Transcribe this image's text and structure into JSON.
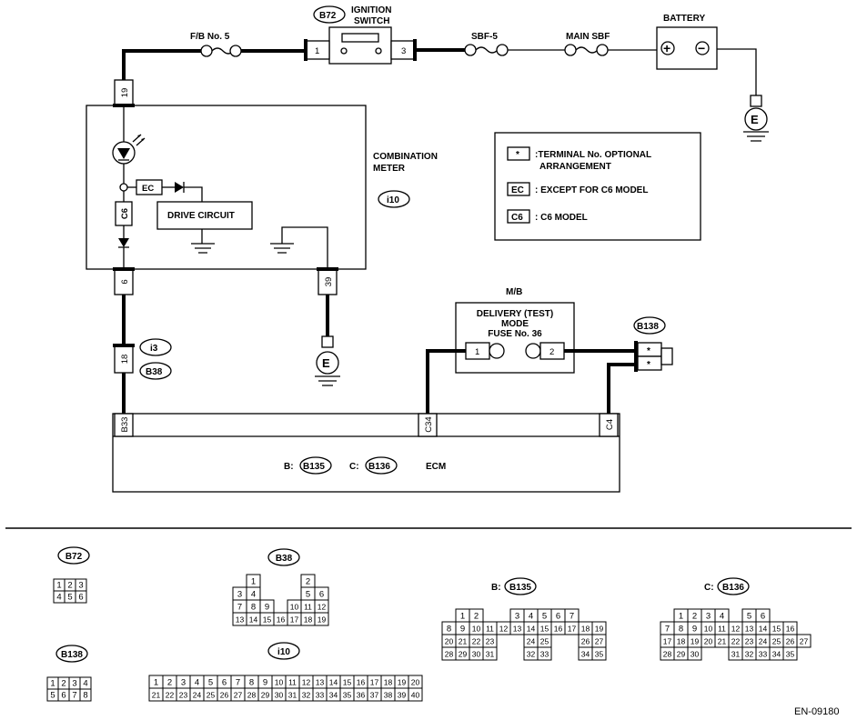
{
  "diagram_code": "EN-09180",
  "components": {
    "fb5": "F/B No. 5",
    "ignition_switch": [
      "IGNITION",
      "SWITCH"
    ],
    "sbf5": "SBF-5",
    "main_sbf": "MAIN SBF",
    "battery": "BATTERY",
    "battery_plus": "+",
    "battery_minus": "−",
    "combination_meter": [
      "COMBINATION",
      "METER"
    ],
    "drive_circuit": "DRIVE CIRCUIT",
    "mb": "M/B",
    "delivery_fuse": [
      "DELIVERY (TEST)",
      "MODE",
      "FUSE No. 36"
    ],
    "ecm": "ECM",
    "ecm_b_prefix": "B:",
    "ecm_c_prefix": "C:",
    "ground_e": "E"
  },
  "connectors": {
    "b72": "B72",
    "i10": "i10",
    "i3": "i3",
    "b38": "B38",
    "b135": "B135",
    "b136": "B136",
    "b138": "B138"
  },
  "pins": {
    "sw1": "1",
    "sw3": "3",
    "meter19": "19",
    "meter6": "6",
    "meter39": "39",
    "i3_18": "18",
    "ecm_b33": "B33",
    "ecm_c34": "C34",
    "ecm_c4": "C4",
    "fuse1": "1",
    "fuse2": "2",
    "b138_star1": "*",
    "b138_star2": "*",
    "ec_tag": "EC",
    "c6_tag": "C6"
  },
  "legend": [
    {
      "key": "*",
      "text": [
        ":TERMINAL No. OPTIONAL",
        "ARRANGEMENT"
      ]
    },
    {
      "key": "EC",
      "text": [
        ": EXCEPT FOR C6 MODEL"
      ]
    },
    {
      "key": "C6",
      "text": [
        ": C6 MODEL"
      ]
    }
  ],
  "connector_views": {
    "b72": {
      "name": "B72",
      "rows": [
        [
          "1",
          "2",
          "3"
        ],
        [
          "4",
          "5",
          "6"
        ]
      ]
    },
    "b138": {
      "name": "B138",
      "rows": [
        [
          "1",
          "2",
          "3",
          "4"
        ],
        [
          "5",
          "6",
          "7",
          "8"
        ]
      ]
    },
    "b38": {
      "name": "B38",
      "rows": [
        [
          "",
          "1",
          "",
          "",
          "",
          "2",
          ""
        ],
        [
          "3",
          "4",
          "",
          "",
          "",
          "5",
          "6"
        ],
        [
          "7",
          "8",
          "9",
          "",
          "10",
          "11",
          "12"
        ],
        [
          "13",
          "14",
          "15",
          "16",
          "17",
          "18",
          "19"
        ]
      ]
    },
    "i10": {
      "name": "i10",
      "rows": [
        [
          "1",
          "2",
          "3",
          "4",
          "5",
          "6",
          "7",
          "8",
          "9",
          "10",
          "11",
          "12",
          "13",
          "14",
          "15",
          "16",
          "17",
          "18",
          "19",
          "20"
        ],
        [
          "21",
          "22",
          "23",
          "24",
          "25",
          "26",
          "27",
          "28",
          "29",
          "30",
          "31",
          "32",
          "33",
          "34",
          "35",
          "36",
          "37",
          "38",
          "39",
          "40"
        ]
      ]
    },
    "b135": {
      "name": "B135",
      "prefix": "B:",
      "rows": [
        [
          "",
          "1",
          "2",
          "",
          "",
          "3",
          "4",
          "5",
          "6",
          "7"
        ],
        [
          "8",
          "9",
          "10",
          "11",
          "12",
          "13",
          "14",
          "15",
          "16",
          "17",
          "18",
          "19"
        ],
        [
          "20",
          "21",
          "22",
          "23",
          "",
          "",
          "24",
          "25",
          "",
          "",
          "26",
          "27"
        ],
        [
          "28",
          "29",
          "30",
          "31",
          "",
          "",
          "32",
          "33",
          "",
          "",
          "34",
          "35"
        ]
      ]
    },
    "b136": {
      "name": "B136",
      "prefix": "C:",
      "rows": [
        [
          "",
          "1",
          "2",
          "3",
          "4",
          "",
          "5",
          "6"
        ],
        [
          "7",
          "8",
          "9",
          "10",
          "11",
          "12",
          "13",
          "14",
          "15",
          "16"
        ],
        [
          "17",
          "18",
          "19",
          "20",
          "21",
          "22",
          "23",
          "24",
          "25",
          "26",
          "27"
        ],
        [
          "28",
          "29",
          "30",
          "",
          "",
          "31",
          "32",
          "33",
          "34",
          "35"
        ]
      ]
    }
  }
}
